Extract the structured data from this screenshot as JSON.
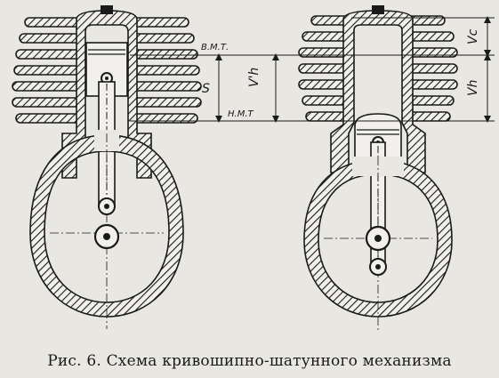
{
  "figure": {
    "caption": "Рис. 6. Схема кривошипно-шатунного механизма"
  },
  "labels": {
    "tdc": "В.М.Т.",
    "bdc": "Н.М.Т",
    "stroke": "S",
    "vh_prime": "V'h",
    "vc": "Vc",
    "vh": "Vh"
  },
  "colors": {
    "ink": "#1a1a1a",
    "paper": "#e9e7e2"
  }
}
